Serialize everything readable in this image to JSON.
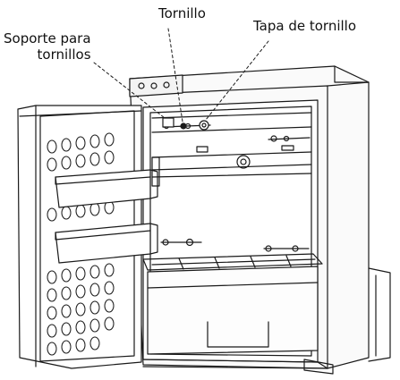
{
  "labels": {
    "screw_bracket": {
      "line1": "Soporte para",
      "line2": "tornillos"
    },
    "screw": "Tornillo",
    "screw_cap": "Tapa de tornillo"
  },
  "colors": {
    "stroke": "#1a1a1a",
    "background": "#ffffff"
  }
}
